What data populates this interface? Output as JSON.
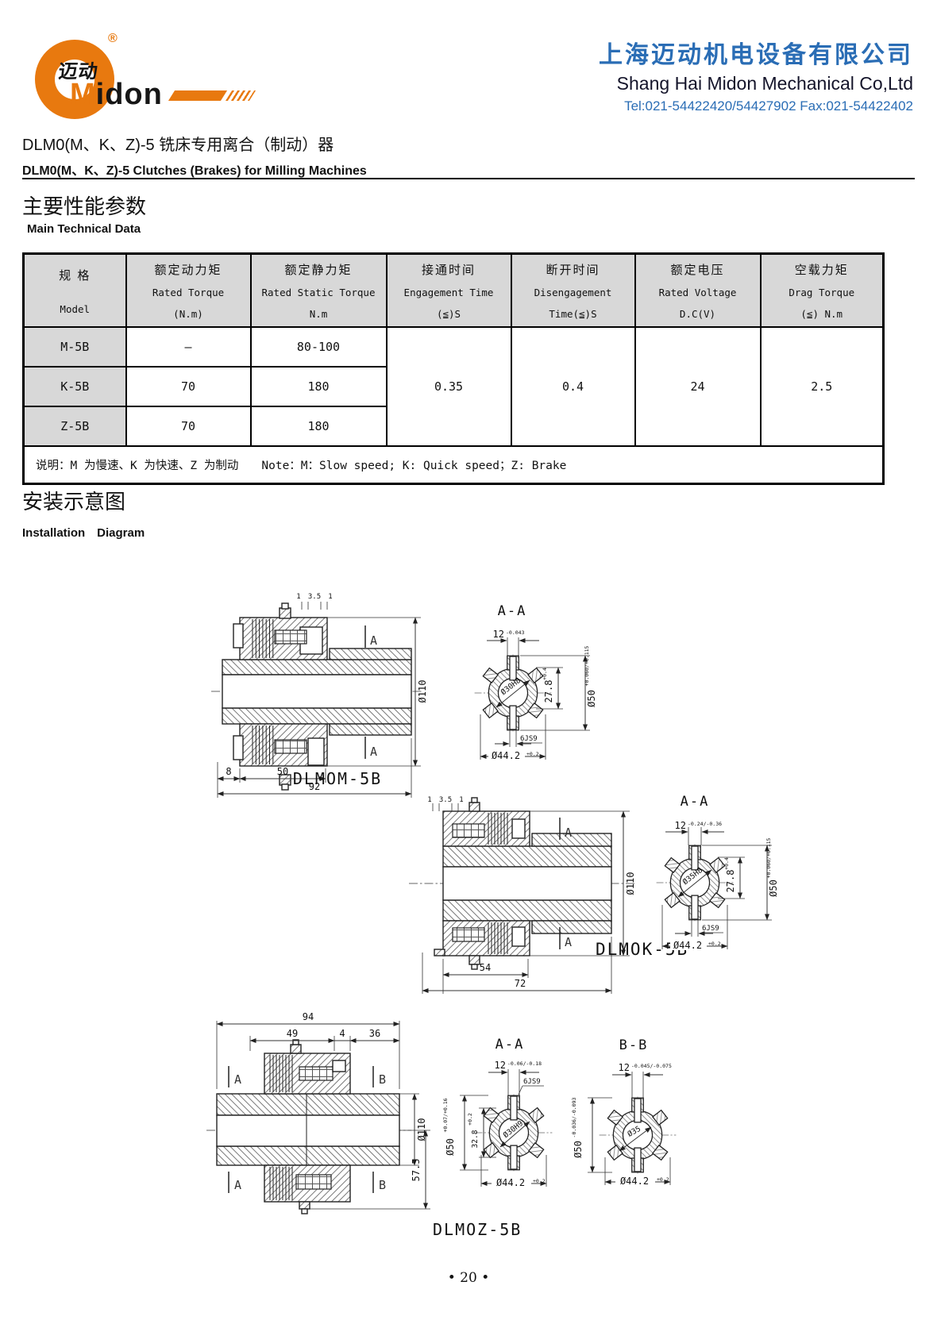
{
  "colors": {
    "logo_orange": "#E8790F",
    "header_blue": "#2A6DB5",
    "table_header_bg": "#D8D8D8"
  },
  "header": {
    "logo": {
      "cn": "迈动",
      "m": "M",
      "rest": "idon",
      "reg": "®"
    },
    "company_cn": "上海迈动机电设备有限公司",
    "company_en": "Shang Hai Midon Mechanical Co,Ltd",
    "contact": "Tel:021-54422420/54427902 Fax:021-54422402"
  },
  "title": {
    "cn": "DLM0(M、K、Z)-5 铣床专用离合（制动）器",
    "en": "DLM0(M、K、Z)-5 Clutches (Brakes) for Milling Machines"
  },
  "sections": {
    "tech_cn": "主要性能参数",
    "tech_en": "Main Technical Data",
    "install_cn": "安装示意图",
    "install_en": "Installation　Diagram"
  },
  "table": {
    "columns": [
      {
        "cn": "规 格",
        "en": "Model",
        "unit": ""
      },
      {
        "cn": "额定动力矩",
        "en": "Rated Torque",
        "unit": "(N.m)"
      },
      {
        "cn": "额定静力矩",
        "en": "Rated Static Torque",
        "unit": "N.m"
      },
      {
        "cn": "接通时间",
        "en": "Engagement Time",
        "unit": "(≦)S"
      },
      {
        "cn": "断开时间",
        "en": "Disengagement",
        "unit": "Time(≦)S"
      },
      {
        "cn": "额定电压",
        "en": "Rated Voltage",
        "unit": "D.C(V)"
      },
      {
        "cn": "空载力矩",
        "en": "Drag Torque",
        "unit": "(≦) N.m"
      }
    ],
    "rows": [
      {
        "model": "M-5B",
        "torque": "—",
        "static": "80-100"
      },
      {
        "model": "K-5B",
        "torque": "70",
        "static": "180"
      },
      {
        "model": "Z-5B",
        "torque": "70",
        "static": "180"
      }
    ],
    "merged": {
      "engage": "0.35",
      "disengage": "0.4",
      "voltage": "24",
      "drag": "2.5"
    },
    "note": "说明：M 为慢速、K 为快速、Z 为制动　　Note：M：Slow speed; K: Quick speed；Z: Brake"
  },
  "diagrams": {
    "d1": {
      "label": "DLMOM-5B",
      "marker": "A",
      "top_dims": [
        "1",
        "3.5",
        "1"
      ],
      "dim8": "8",
      "dim50": "50",
      "dim92": "92",
      "dia110": "Ø110",
      "section": {
        "title": "A-A",
        "dim12": "12",
        "dim12_tol": "-0.043",
        "bore": "Ø30H8",
        "dim278": "27.8",
        "dim278_tol": "+0.4",
        "dia50": "Ø50",
        "dia50_tol": "+0.060/+0.115",
        "key": "6JS9",
        "dia442": "Ø44.2",
        "dia442_tol": "+0.2"
      }
    },
    "d2": {
      "label": "DLMOK-5B",
      "marker": "A",
      "top_dims": [
        "1",
        "3.5",
        "1"
      ],
      "dim54": "54",
      "dim72": "72",
      "dia110": "Ø110",
      "section": {
        "title": "A-A",
        "dim12": "12",
        "dim12_tol": "-0.24/-0.36",
        "bore": "Ø35H8",
        "dim278": "27.8",
        "dim278_tol": "+0.4",
        "dia50": "Ø50",
        "dia50_tol": "+0.060/+0.115",
        "key": "6JS9",
        "dia442": "Ø44.2",
        "dia442_tol": "+0.2"
      }
    },
    "d3": {
      "label": "DLMOZ-5B",
      "marker_a": "A",
      "marker_b": "B",
      "dim94": "94",
      "dim49": "49",
      "dim4": "4",
      "dim36": "36",
      "dia110": "Ø110",
      "dim575": "57.5",
      "section_a": {
        "title": "A-A",
        "dim12": "12",
        "dim12_tol": "-0.06/-0.18",
        "key": "6JS9",
        "bore": "Ø30H9",
        "dia50": "Ø50",
        "dia50_tol": "+0.07/+0.16",
        "dim328": "32.8",
        "dim328_tol": "+0.2",
        "dia442": "Ø44.2",
        "dia442_tol": "+0.2"
      },
      "section_b": {
        "title": "B-B",
        "dim12": "12",
        "dim12_tol": "-0.045/-0.075",
        "bore": "Ø35",
        "dia50": "Ø50",
        "dia50_tol": "-0.036/-0.093",
        "dia442": "Ø44.2",
        "dia442_tol": "+0.2"
      }
    }
  },
  "footer": {
    "page": "• 20 •"
  }
}
